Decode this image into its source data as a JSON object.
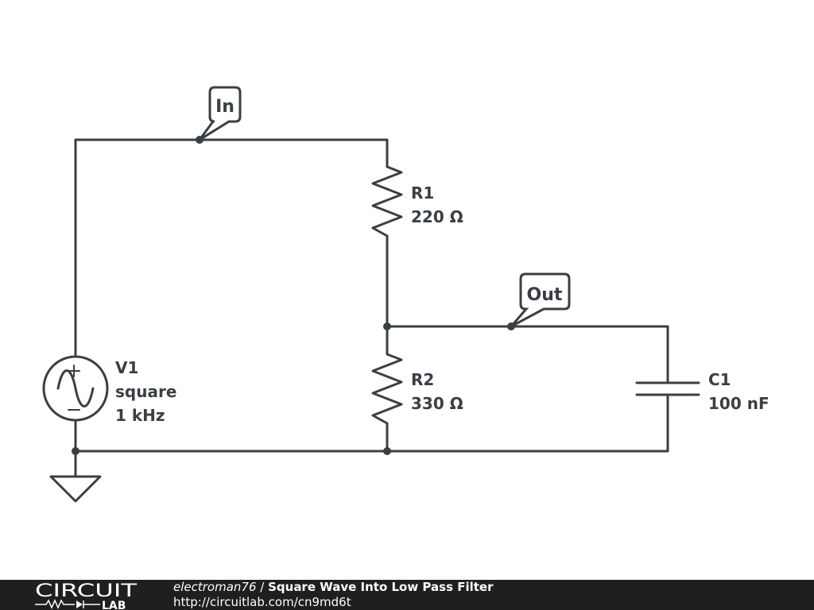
{
  "labels": {
    "in": "In",
    "out": "Out"
  },
  "components": {
    "r1": {
      "name": "R1",
      "value": "220 Ω"
    },
    "r2": {
      "name": "R2",
      "value": "330 Ω"
    },
    "c1": {
      "name": "C1",
      "value": "100 nF"
    },
    "v1": {
      "name": "V1",
      "type": "square",
      "freq": "1 kHz"
    }
  },
  "footer": {
    "logo_top": "CIRCUIT",
    "logo_bottom": "LAB",
    "author": "electroman76",
    "separator": " / ",
    "title": "Square Wave Into Low Pass Filter",
    "url": "http://circuitlab.com/cn9md6t"
  },
  "colors": {
    "wire": "#3a3f44",
    "footer_bg": "#1d1f21",
    "footer_text": "#ffffff"
  }
}
